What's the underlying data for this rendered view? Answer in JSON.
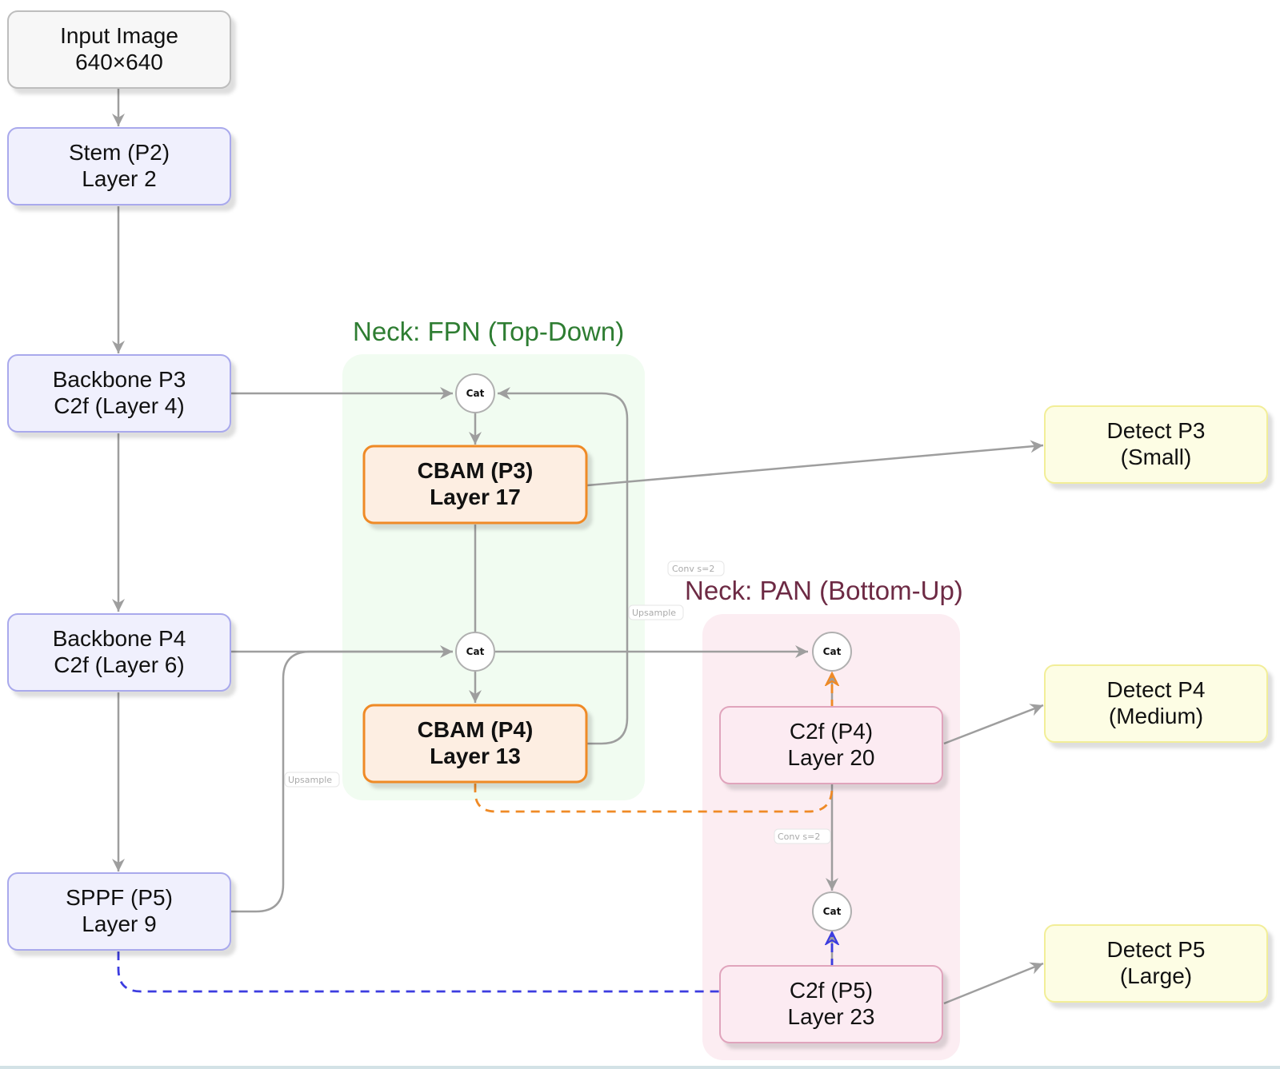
{
  "groups": {
    "fpn": {
      "title": "Neck: FPN (Top-Down)",
      "title_color": "#2e7d32",
      "fill": "#f1fcf1"
    },
    "pan": {
      "title": "Neck: PAN (Bottom-Up)",
      "title_color": "#6d2a44",
      "fill": "#fcedf2"
    }
  },
  "nodes": {
    "input": {
      "line1": "Input Image",
      "line2": "640×640",
      "style": "input"
    },
    "stem": {
      "line1": "Stem (P2)",
      "line2": "Layer 2",
      "style": "backbone"
    },
    "bb_p3": {
      "line1": "Backbone P3",
      "line2": "C2f (Layer 4)",
      "style": "backbone"
    },
    "bb_p4": {
      "line1": "Backbone P4",
      "line2": "C2f (Layer 6)",
      "style": "backbone"
    },
    "sppf": {
      "line1": "SPPF (P5)",
      "line2": "Layer 9",
      "style": "backbone"
    },
    "cbam_p3": {
      "line1": "CBAM (P3)",
      "line2": "Layer 17",
      "style": "cbam"
    },
    "cbam_p4": {
      "line1": "CBAM (P4)",
      "line2": "Layer 13",
      "style": "cbam"
    },
    "c2f_p4": {
      "line1": "C2f (P4)",
      "line2": "Layer 20",
      "style": "pan"
    },
    "c2f_p5": {
      "line1": "C2f (P5)",
      "line2": "Layer 23",
      "style": "pan"
    },
    "det_p3": {
      "line1": "Detect P3",
      "line2": "(Small)",
      "style": "detect"
    },
    "det_p4": {
      "line1": "Detect P4",
      "line2": "(Medium)",
      "style": "detect"
    },
    "det_p5": {
      "line1": "Detect P5",
      "line2": "(Large)",
      "style": "detect"
    }
  },
  "concat_nodes": {
    "cat_fpn_p3": "Cat",
    "cat_fpn_p4": "Cat",
    "cat_pan_p4": "Cat",
    "cat_pan_p5": "Cat"
  },
  "edge_labels": {
    "upsample_p4_to_p3": "Upsample",
    "upsample_p5_to_p4": "Upsample",
    "conv_p3_to_p4": "Conv s=2",
    "conv_p4_to_p5": "Conv s=2"
  },
  "styles": {
    "input": {
      "fill": "#f7f7f7",
      "stroke": "#bdbdbd"
    },
    "backbone": {
      "fill": "#f0f0fd",
      "stroke": "#a9a9ec"
    },
    "cbam": {
      "fill": "#fdeee2",
      "stroke": "#ef8a26"
    },
    "pan": {
      "fill": "#fcebf2",
      "stroke": "#e0a4bc"
    },
    "detect": {
      "fill": "#fdfde4",
      "stroke": "#f2ee98"
    }
  },
  "edge_colors": {
    "default": "#9e9e9e",
    "skip_fpn": "#ef8a26",
    "skip_sppf": "#3c3ce0"
  }
}
